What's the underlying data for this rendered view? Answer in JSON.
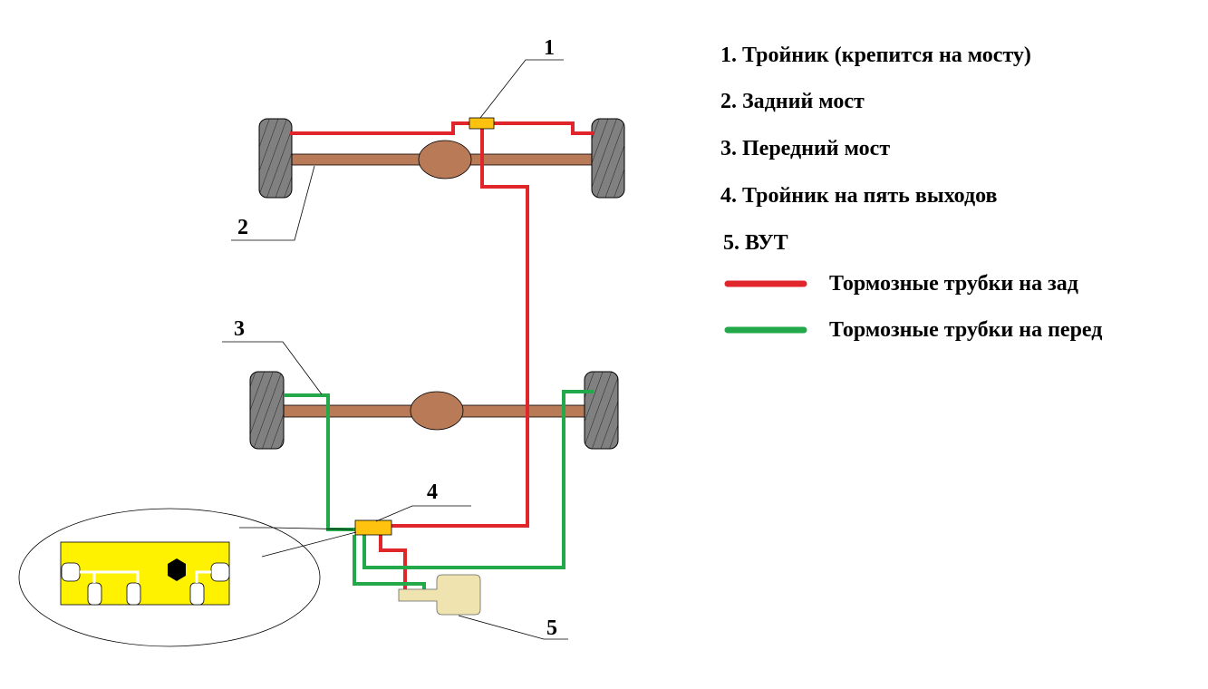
{
  "callouts": [
    "1",
    "2",
    "3",
    "4",
    "5"
  ],
  "legend": {
    "items": [
      "1. Тройник (крепится на мосту)",
      "2. Задний мост",
      "3. Передний мост",
      "4. Тройник на пять выходов",
      "5. ВУТ"
    ],
    "lines": [
      {
        "label": "Тормозные трубки на зад",
        "color": "#e0262b"
      },
      {
        "label": "Тормозные трубки на перед",
        "color": "#23a84a"
      }
    ]
  },
  "colors": {
    "axle": "#b97a57",
    "wheel": "#808080",
    "tee": "#ffc20e",
    "detail": "#fff200",
    "vut": "#efe4b0"
  }
}
